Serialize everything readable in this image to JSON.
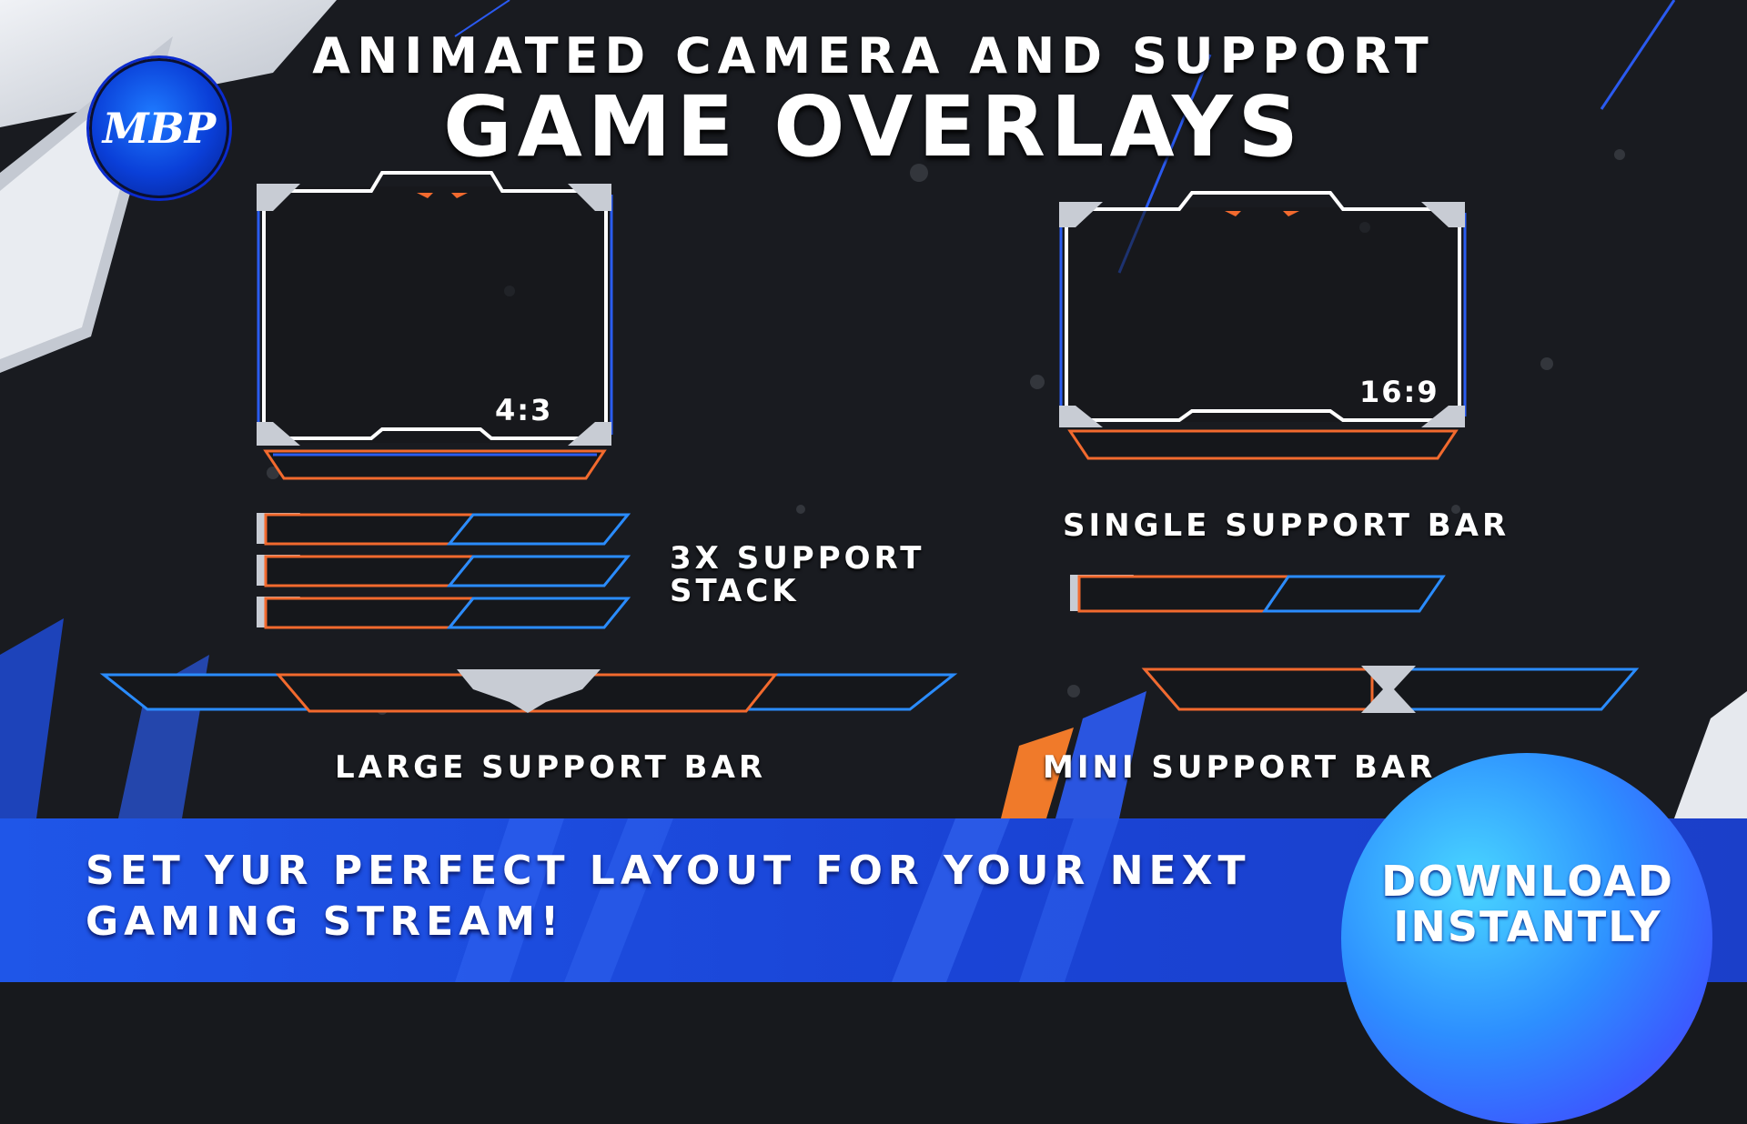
{
  "header": {
    "subtitle": "Animated Camera and Support",
    "title": "Game Overlays"
  },
  "logo": {
    "text": "MBP"
  },
  "frames": {
    "ratio_4_3": "4:3",
    "ratio_16_9": "16:9"
  },
  "labels": {
    "stack_line1": "3X Support",
    "stack_line2": "Stack",
    "single": "Single Support Bar",
    "large": "Large Support Bar",
    "mini": "Mini Support Bar"
  },
  "footer": {
    "tagline_line1": "Set yur perfect layout for your next",
    "tagline_line2": "gaming stream!",
    "cta_line1": "Download",
    "cta_line2": "Instantly"
  },
  "colors": {
    "accent_blue": "#1f56e8",
    "accent_orange": "#f26a2e",
    "frame_silver": "#c8ccd4",
    "background": "#17191d"
  }
}
